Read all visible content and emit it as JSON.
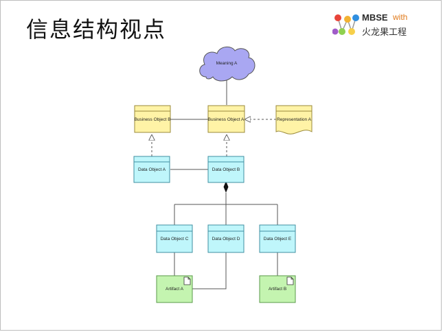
{
  "page": {
    "title": "信息结构视点"
  },
  "logo": {
    "brand": "MBSE",
    "with": "with",
    "company": "火龙果工程",
    "dot_colors": [
      "#e8443a",
      "#f2b233",
      "#2f8fe0",
      "#8fd14f",
      "#a05cc8",
      "#f7d04a"
    ]
  },
  "colors": {
    "business": "#fff3a6",
    "business_stroke": "#9a8a3a",
    "data": "#bff6fb",
    "data_stroke": "#3f8fa0",
    "artifact": "#c4f4b0",
    "artifact_stroke": "#5a9a4a",
    "meaning": "#a9a7f2",
    "line": "#555555"
  },
  "nodes": {
    "meaning_a": "Meaning A",
    "business_object_b": "Business Object B",
    "business_object_a": "Business Object A",
    "representation_a": "Representation A",
    "data_object_a": "Data Object A",
    "data_object_b": "Data Object B",
    "data_object_c": "Data Object C",
    "data_object_d": "Data Object D",
    "data_object_e": "Data Object E",
    "artifact_a": "Artifact A",
    "artifact_b": "Artifact B"
  }
}
